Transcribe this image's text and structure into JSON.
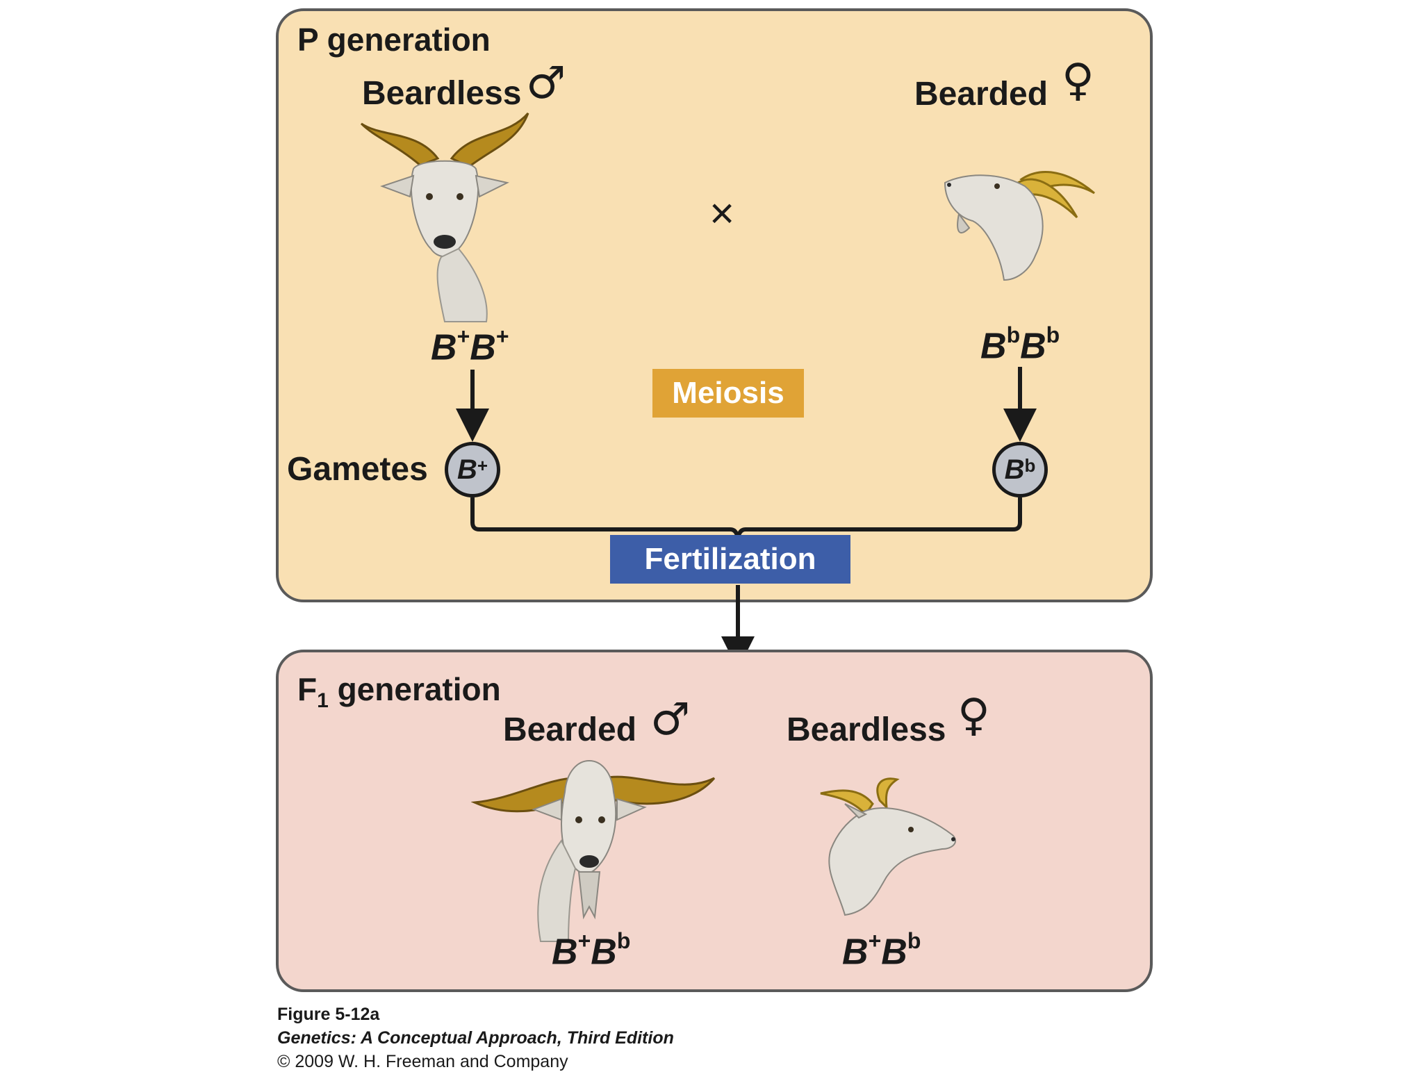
{
  "p_generation": {
    "title": "P generation",
    "male": {
      "label": "Beardless",
      "sex_symbol": "♂",
      "genotype_base": "B",
      "allele_1": "+",
      "allele_2": "+"
    },
    "female": {
      "label": "Bearded",
      "sex_symbol": "♀",
      "genotype_base": "B",
      "allele_1": "b",
      "allele_2": "b"
    },
    "cross_symbol": "×",
    "meiosis_label": "Meiosis",
    "gametes_label": "Gametes",
    "gamete_male": {
      "base": "B",
      "allele": "+"
    },
    "gamete_female": {
      "base": "B",
      "allele": "b"
    },
    "fertilization_label": "Fertilization"
  },
  "f1_generation": {
    "title_prefix": "F",
    "title_subscript": "1",
    "title_suffix": " generation",
    "male": {
      "label": "Bearded",
      "sex_symbol": "♂",
      "genotype_base": "B",
      "allele_1": "+",
      "allele_2": "b"
    },
    "female": {
      "label": "Beardless",
      "sex_symbol": "♀",
      "genotype_base": "B",
      "allele_1": "+",
      "allele_2": "b"
    }
  },
  "caption": {
    "figure": "Figure 5-12a",
    "book": "Genetics: A Conceptual Approach, Third Edition",
    "copyright": "© 2009 W. H. Freeman and Company"
  },
  "colors": {
    "p_box": "#f9e0b3",
    "f1_box": "#f3d6cd",
    "meiosis": "#e0a336",
    "fertilization": "#3d5ea8",
    "gamete": "#bfc3cb"
  }
}
